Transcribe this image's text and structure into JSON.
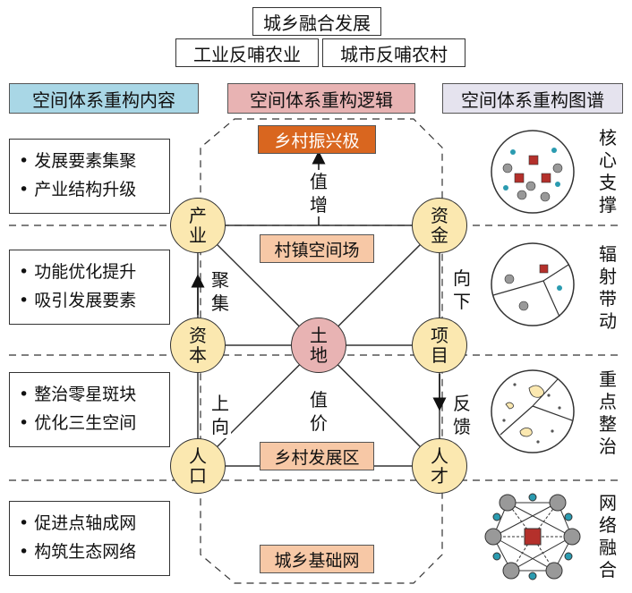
{
  "title": "城乡融合发展",
  "subtitles": [
    "工业反哺农业",
    "城市反哺农村"
  ],
  "columns": {
    "content": "空间体系重构内容",
    "logic": "空间体系重构逻辑",
    "map": "空间体系重构图谱"
  },
  "content_items": [
    [
      "• 发展要素集聚",
      "• 产业结构升级"
    ],
    [
      "• 功能优化提升",
      "• 吸引发展要素"
    ],
    [
      "• 整治零星斑块",
      "• 优化三生空间"
    ],
    [
      "• 促进点轴成网",
      "• 构筑生态网络"
    ]
  ],
  "layers": {
    "top": "乡村振兴极",
    "upper": "村镇空间场",
    "lower": "乡村发展区",
    "bottom": "城乡基础网"
  },
  "nodes": {
    "industry": [
      "产",
      "业"
    ],
    "capital_fund": [
      "资",
      "金"
    ],
    "capital": [
      "资",
      "本"
    ],
    "project": [
      "项",
      "目"
    ],
    "people": [
      "人",
      "口"
    ],
    "talent": [
      "人",
      "才"
    ],
    "land": [
      "土",
      "地"
    ]
  },
  "flow_labels": {
    "value_increase": [
      "值",
      "增"
    ],
    "gather": [
      "聚",
      "集"
    ],
    "downward": [
      "向",
      "下"
    ],
    "upward": [
      "上",
      "向"
    ],
    "feedback": [
      "反",
      "馈"
    ],
    "value_price": [
      "值",
      "价"
    ]
  },
  "map_labels": [
    [
      "核",
      "心",
      "支",
      "撑"
    ],
    [
      "辐",
      "射",
      "带",
      "动"
    ],
    [
      "重",
      "点",
      "整",
      "治"
    ],
    [
      "网",
      "络",
      "融",
      "合"
    ]
  ],
  "colors": {
    "content_header": "#a9d7e6",
    "logic_header": "#e8b3b3",
    "map_header": "#e5e3ee",
    "top_layer": "#d9661f",
    "layer_box": "#f7c8a6",
    "node": "#fbe8b0",
    "land": "#e8b3b3",
    "core_square": "#b4302b",
    "teal_dot": "#2a9bb0",
    "gray_dot": "#999999"
  }
}
